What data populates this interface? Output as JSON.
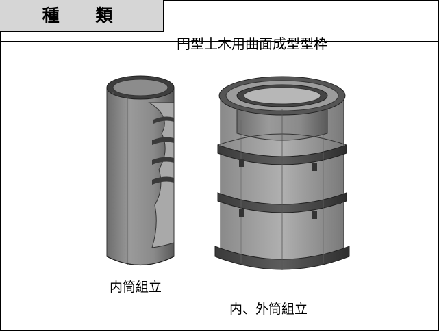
{
  "header": {
    "category_label": "種 類"
  },
  "title": "円型土木用曲面成型型枠",
  "figures": {
    "inner_caption": "内筒組立",
    "outer_caption": "内、外筒組立"
  }
}
